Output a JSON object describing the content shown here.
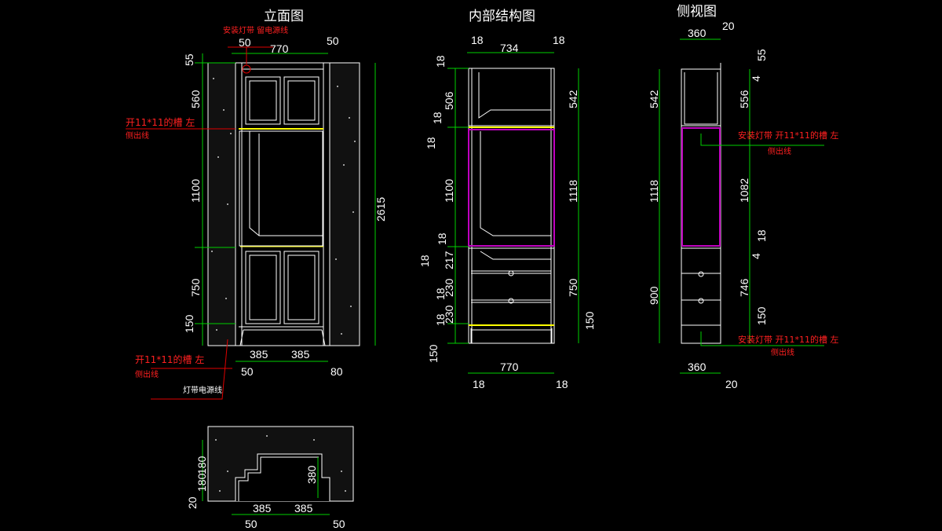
{
  "titles": {
    "elevation": "立面图",
    "internal": "内部结构图",
    "side": "侧视图"
  },
  "elevation": {
    "top": [
      "50",
      "770",
      "50"
    ],
    "left": [
      "55",
      "560",
      "1100",
      "750",
      "150"
    ],
    "right": "2615",
    "bottom": [
      "385",
      "385",
      "50",
      "80"
    ],
    "notes": {
      "light_power": "安装灯带 留电源线",
      "groove1_line1": "开11*11的槽 左",
      "groove1_line2": "侧出线",
      "groove2_line1": "开11*11的槽 左",
      "groove2_line2": "侧出线",
      "strip_power": "灯带电源线"
    }
  },
  "internal": {
    "top": [
      "18",
      "734",
      "18"
    ],
    "left": [
      "18",
      "506",
      "18",
      "18",
      "1100",
      "18",
      "18",
      "217",
      "230",
      "18",
      "230",
      "18",
      "150"
    ],
    "right": [
      "542",
      "1118",
      "750",
      "150"
    ],
    "bottom": [
      "770",
      "18",
      "18"
    ]
  },
  "side": {
    "top": [
      "360",
      "20"
    ],
    "left": [
      "542",
      "1118",
      "900"
    ],
    "right": [
      "55",
      "4",
      "556",
      "1082",
      "18",
      "4",
      "746",
      "150"
    ],
    "bottom": [
      "360",
      "20"
    ],
    "notes": {
      "upper_line1": "安装灯带 开11*11的槽 左",
      "upper_line2": "侧出线",
      "lower_line1": "安装灯带 开11*11的槽 左",
      "lower_line2": "侧出线"
    }
  },
  "plan": {
    "left": [
      "180",
      "180",
      "20"
    ],
    "inner": "380",
    "bottom": [
      "385",
      "385",
      "50",
      "50"
    ]
  },
  "colors": {
    "background": "#000000",
    "dimension": "#00d000",
    "annotation": "#ff2020",
    "led": "#ffff00",
    "cavity": "#c000c0"
  }
}
